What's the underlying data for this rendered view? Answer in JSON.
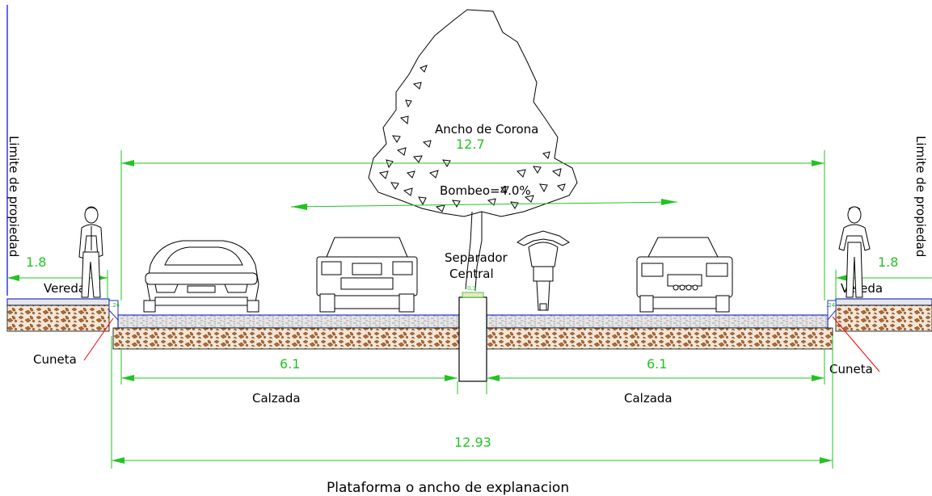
{
  "labels": {
    "limite_left": "Limite de propiedad",
    "limite_right": "Limite de propiedad",
    "vereda_left": "Vereda",
    "vereda_right": "Vereda",
    "cuneta_left": "Cuneta",
    "cuneta_right": "Cuneta",
    "ancho_corona": "Ancho de Corona",
    "bombeo": "Bombeo=4.0%",
    "separador_line1": "Separador",
    "separador_line2": "Central",
    "calzada_left": "Calzada",
    "calzada_right": "Calzada",
    "plataforma": "Plataforma o ancho de explanacion"
  },
  "dimensions": {
    "ancho_corona": "12.7",
    "vereda_left": "1.8",
    "vereda_right": "1.8",
    "calzada_left": "6.1",
    "calzada_right": "6.1",
    "plataforma": "12.93",
    "cuneta_left_small": ".24",
    "cuneta_right_small": ".24",
    "separador_small": "0.3"
  },
  "colors": {
    "dimension": "#22c322",
    "pavement_outline": "#2233cc",
    "gravel": "#a0522d",
    "leader": "#ff0000",
    "property_line": "#0000ff"
  }
}
